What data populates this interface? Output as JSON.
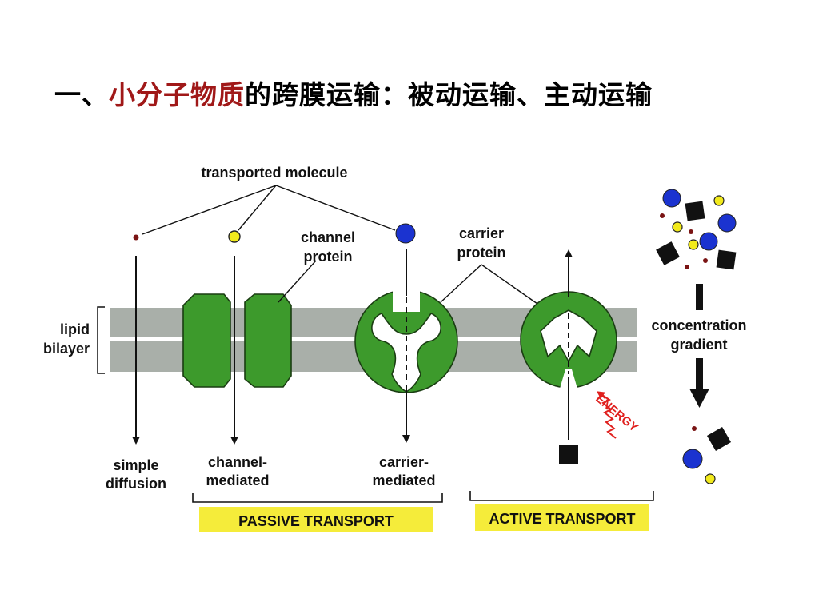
{
  "title": {
    "prefix": "一、",
    "highlight": "小分子物质",
    "rest": "的跨膜运输：被动运输、主动运输"
  },
  "labels": {
    "transported_molecule": "transported molecule",
    "channel_protein": [
      "channel",
      "protein"
    ],
    "carrier_protein": [
      "carrier",
      "protein"
    ],
    "lipid_bilayer": [
      "lipid",
      "bilayer"
    ],
    "concentration_gradient": [
      "concentration",
      "gradient"
    ],
    "simple_diffusion": [
      "simple",
      "diffusion"
    ],
    "channel_mediated": [
      "channel-",
      "mediated"
    ],
    "carrier_mediated": [
      "carrier-",
      "mediated"
    ],
    "energy": "ENERGY",
    "passive_transport": "PASSIVE TRANSPORT",
    "active_transport": "ACTIVE TRANSPORT"
  },
  "colors": {
    "title_highlight": "#a01818",
    "membrane": "#a9afa9",
    "protein_green": "#3d9a2c",
    "protein_outline": "#1a3d12",
    "molecule_yellow": "#f2ea1c",
    "molecule_blue": "#1b33d0",
    "molecule_dark": "#7a1414",
    "energy_red": "#e0201e",
    "label_bar_yellow": "#f5ec3a"
  }
}
